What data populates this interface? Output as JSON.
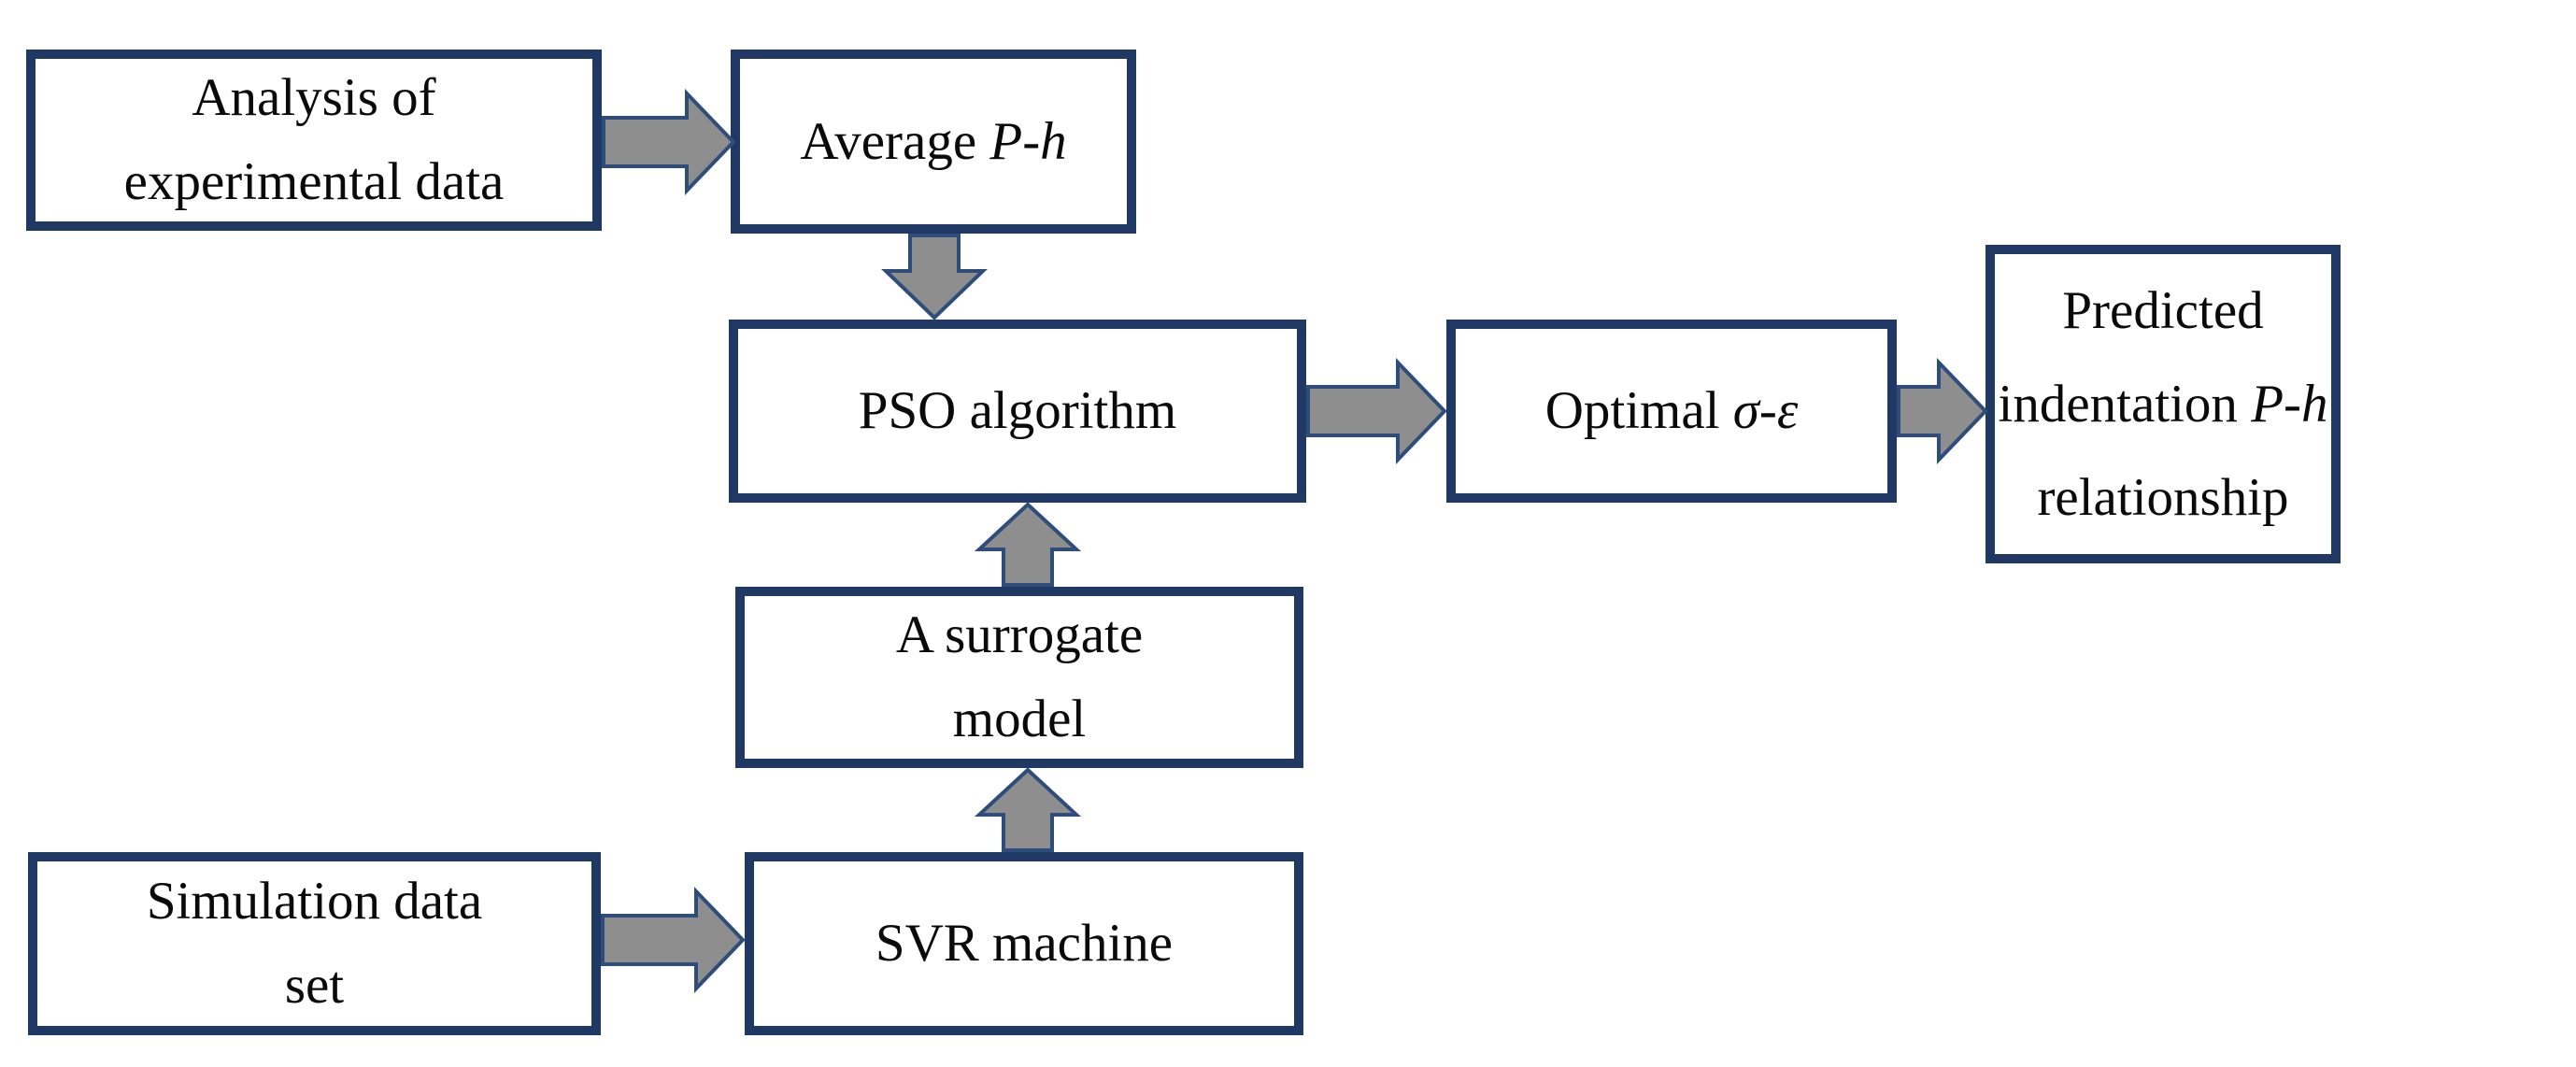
{
  "diagram": {
    "type": "flowchart",
    "colors": {
      "background": "#ffffff",
      "box_fill": "#ffffff",
      "box_border": "#1f3864",
      "arrow_fill": "#8e8e8e",
      "arrow_outline": "#2e4d7b",
      "text": "#0a0a0a"
    },
    "nodes": {
      "analysis": {
        "line1": "Analysis of",
        "line2": "experimental data"
      },
      "average": {
        "prefix": "Average ",
        "math": "P-h"
      },
      "pso": {
        "label": "PSO algorithm"
      },
      "surrogate": {
        "line1": "A surrogate",
        "line2": "model"
      },
      "svr": {
        "label": "SVR machine"
      },
      "simulation": {
        "line1": "Simulation data",
        "line2": "set"
      },
      "optimal": {
        "prefix": "Optimal ",
        "math": "σ-ε"
      },
      "predicted": {
        "line1": "Predicted",
        "line2_prefix": "indentation ",
        "line2_math": "P-h",
        "line3": "relationship"
      }
    },
    "edges": [
      {
        "from": "analysis",
        "to": "average",
        "direction": "right"
      },
      {
        "from": "average",
        "to": "pso",
        "direction": "down"
      },
      {
        "from": "surrogate",
        "to": "pso",
        "direction": "up"
      },
      {
        "from": "svr",
        "to": "surrogate",
        "direction": "up"
      },
      {
        "from": "simulation",
        "to": "svr",
        "direction": "right"
      },
      {
        "from": "pso",
        "to": "optimal",
        "direction": "right"
      },
      {
        "from": "optimal",
        "to": "predicted",
        "direction": "right"
      }
    ]
  }
}
